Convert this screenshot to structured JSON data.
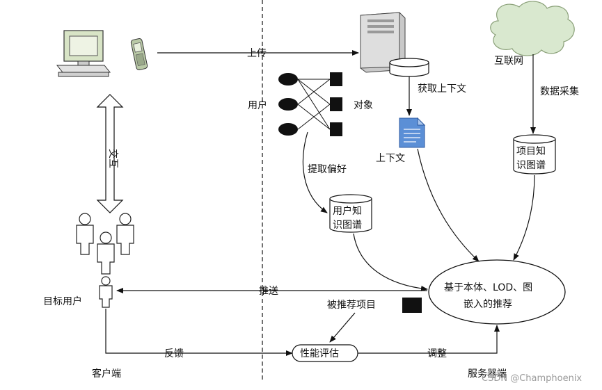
{
  "labels": {
    "upload": "上传",
    "get_context": "获取上下文",
    "internet": "互联网",
    "data_collection": "数据采集",
    "user": "用户",
    "object": "对象",
    "context": "上下文",
    "item_kg_line1": "项目知",
    "item_kg_line2": "识图谱",
    "interaction": "交互",
    "extract_preference": "提取偏好",
    "user_kg_line1": "用户知",
    "user_kg_line2": "识图谱",
    "recommend_line1": "基于本体、LOD、图",
    "recommend_line2": "嵌入的推荐",
    "target_user": "目标用户",
    "push": "推送",
    "recommended_item": "被推荐项目",
    "feedback": "反馈",
    "performance_eval": "性能评估",
    "adjust": "调整",
    "client_side": "客户端",
    "server_side": "服务器端"
  },
  "watermark": "CSDN @Champhoenix",
  "colors": {
    "line": "#111111",
    "cloud": "#d9e8cf",
    "monitor": "#d8e4c6",
    "document": "#5b8fd6",
    "server": "#c9c9c9"
  }
}
